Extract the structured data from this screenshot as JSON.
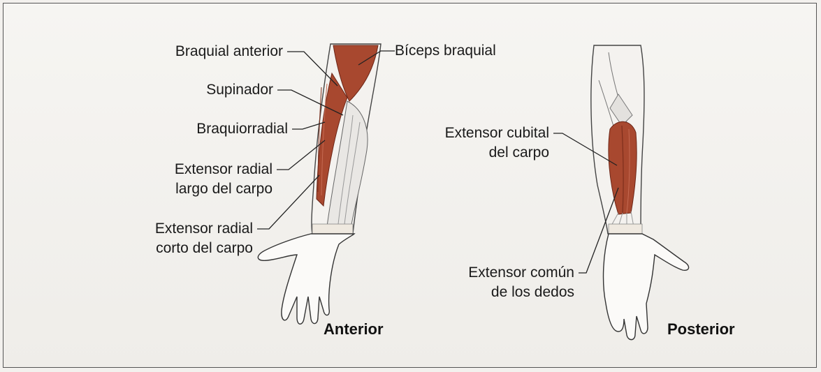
{
  "anterior": {
    "title": "Anterior",
    "labels": {
      "braquial_anterior": "Braquial anterior",
      "supinador": "Supinador",
      "braquiorradial": "Braquiorradial",
      "ecrl_1": "Extensor radial",
      "ecrl_2": "largo del carpo",
      "ecrb_1": "Extensor radial",
      "ecrb_2": "corto del carpo",
      "biceps": "Bíceps braquial"
    }
  },
  "posterior": {
    "title": "Posterior",
    "labels": {
      "ecu_1": "Extensor cubital",
      "ecu_2": "del carpo",
      "edc_1": "Extensor común",
      "edc_2": "de los dedos"
    }
  },
  "colors": {
    "muscle": "#a8482f",
    "muscle_dark": "#7e2f1c",
    "tendon": "#e9e7e4",
    "skin": "#fbfaf8",
    "leader": "#222222"
  }
}
